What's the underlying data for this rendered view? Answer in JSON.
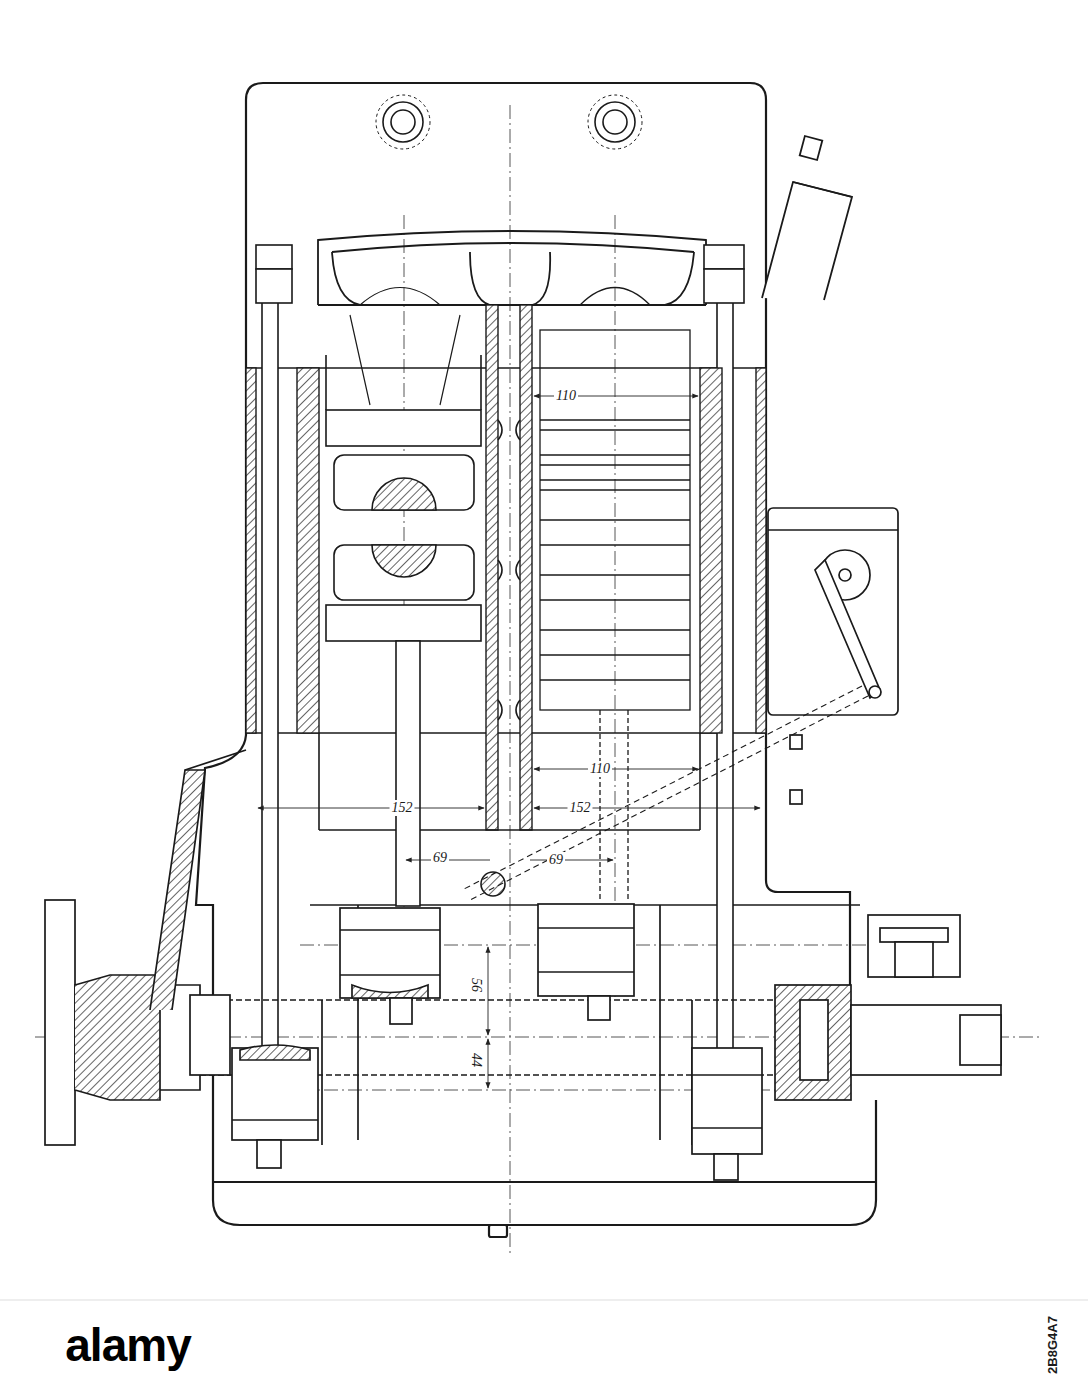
{
  "diagram": {
    "labels": [
      "110",
      "110",
      "152",
      "152",
      "69",
      "69",
      "56",
      "44",
      "alamy",
      "2B8G4A7"
    ]
  }
}
